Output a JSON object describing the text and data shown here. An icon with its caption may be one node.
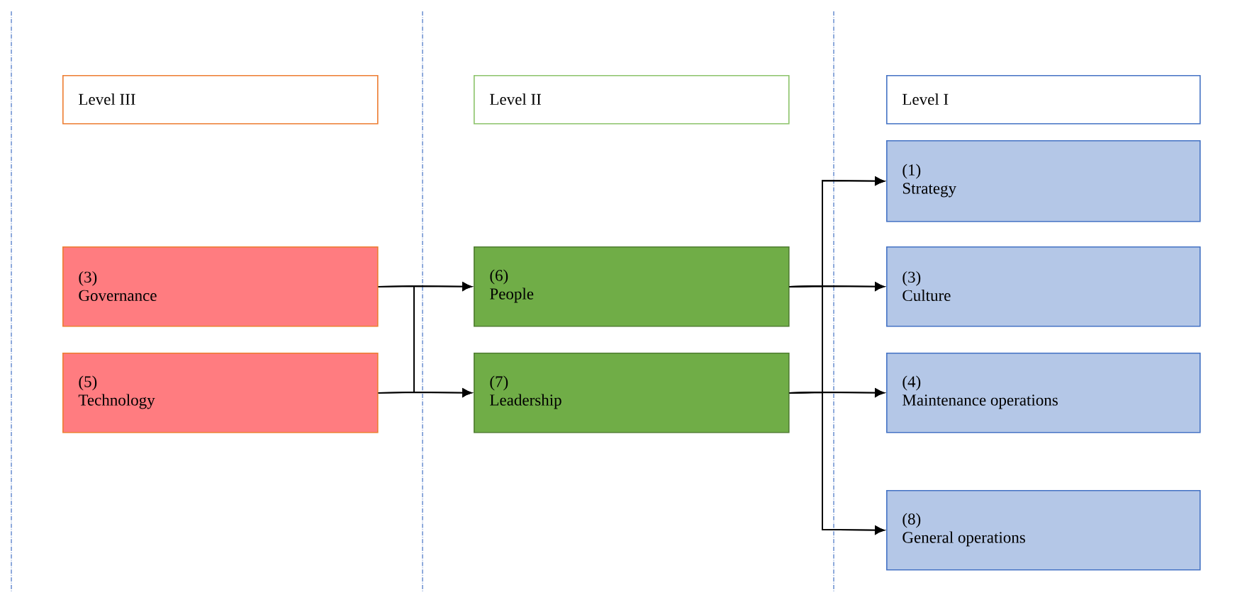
{
  "diagram": {
    "nodes": [
      {
        "text": [
          "Level III"
        ]
      },
      {
        "text": [
          "Level II"
        ]
      },
      {
        "text": [
          "Level I"
        ]
      },
      {
        "text": [
          "(3)",
          "Governance"
        ]
      },
      {
        "text": [
          "(5)",
          "Technology"
        ]
      },
      {
        "text": [
          "(6)",
          "People"
        ]
      },
      {
        "text": [
          "(7)",
          "Leadership"
        ]
      },
      {
        "text": [
          "(1)",
          "Strategy"
        ]
      },
      {
        "text": [
          "(3)",
          "Culture"
        ]
      },
      {
        "text": [
          "(4)",
          "Maintenance operations"
        ]
      },
      {
        "text": [
          "(8)",
          "General operations"
        ]
      }
    ],
    "edges": [
      {
        "from": 3,
        "to": 5,
        "arrow": "to"
      },
      {
        "from": 3,
        "to": 6,
        "arrow": "to"
      },
      {
        "from": 4,
        "to": 5,
        "arrow": "to"
      },
      {
        "from": 4,
        "to": 6,
        "arrow": "to"
      },
      {
        "from": 5,
        "to": 7,
        "arrow": "to"
      },
      {
        "from": 5,
        "to": 8,
        "arrow": "to"
      },
      {
        "from": 5,
        "to": 9,
        "arrow": "to"
      },
      {
        "from": 5,
        "to": 10,
        "arrow": "to"
      },
      {
        "from": 6,
        "to": 7,
        "arrow": "to"
      },
      {
        "from": 6,
        "to": 8,
        "arrow": "to"
      },
      {
        "from": 6,
        "to": 9,
        "arrow": "to"
      },
      {
        "from": 6,
        "to": 10,
        "arrow": "to"
      }
    ]
  }
}
